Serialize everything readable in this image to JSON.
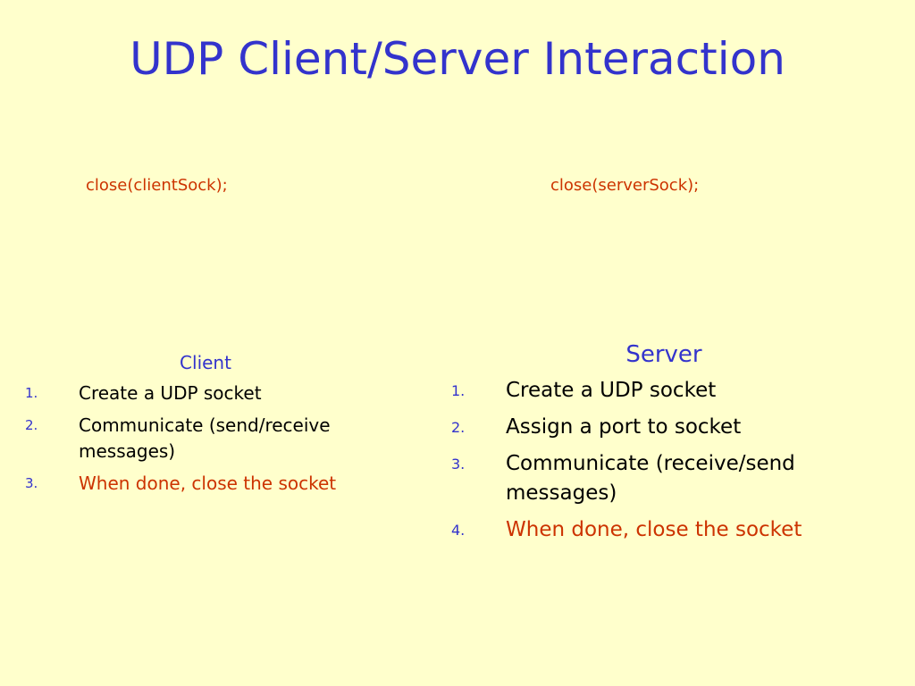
{
  "slide": {
    "title": "UDP Client/Server Interaction"
  },
  "code": {
    "client_close": "close(clientSock);",
    "server_close": "close(serverSock);"
  },
  "client": {
    "heading": "Client",
    "steps": [
      {
        "num": "1.",
        "text": "Create a UDP socket"
      },
      {
        "num": "2.",
        "text": "Communicate (send/receive messages)"
      },
      {
        "num": "3.",
        "text": "When done, close the socket"
      }
    ]
  },
  "server": {
    "heading": "Server",
    "steps": [
      {
        "num": "1.",
        "text": "Create a UDP socket"
      },
      {
        "num": "2.",
        "text": "Assign a port to socket"
      },
      {
        "num": "3.",
        "text": "Communicate (receive/send messages)"
      },
      {
        "num": "4.",
        "text": "When done, close the socket"
      }
    ]
  },
  "colors": {
    "background": "#ffffcc",
    "title": "#3333cc",
    "accent": "#cc3300",
    "body_text": "#000000"
  }
}
